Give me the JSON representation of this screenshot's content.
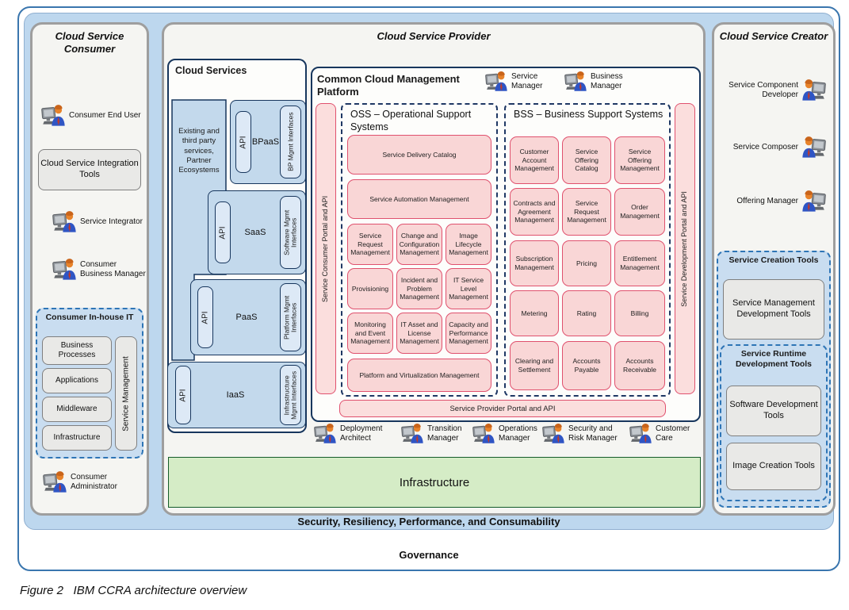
{
  "figure": {
    "caption_prefix": "Figure 2",
    "caption_text": "IBM CCRA architecture overview"
  },
  "governance_label": "Governance",
  "security_bar_label": "Security, Resiliency, Performance, and Consumability",
  "consumer": {
    "title": "Cloud Service Consumer",
    "personas": [
      "Consumer End User",
      "Service Integrator",
      "Consumer Business Manager",
      "Consumer Administrator"
    ],
    "integration_tools_label": "Cloud Service Integration Tools",
    "inhouse": {
      "title": "Consumer In-house IT",
      "items": [
        "Business Processes",
        "Applications",
        "Middleware",
        "Infrastructure"
      ],
      "side_label": "Service Management"
    }
  },
  "provider": {
    "title": "Cloud Service Provider",
    "cloud_services": {
      "title": "Cloud Services",
      "existing_label": "Existing and third party services, Partner Ecosystems",
      "layers": [
        {
          "api": "API",
          "name": "BPaaS",
          "mgmt": "BP Mgmt Interfaces"
        },
        {
          "api": "API",
          "name": "SaaS",
          "mgmt": "Software Mgmt Interfaces"
        },
        {
          "api": "API",
          "name": "PaaS",
          "mgmt": "Platform Mgmt Interfaces"
        },
        {
          "api": "API",
          "name": "IaaS",
          "mgmt": "Infrastructure Mgmt Interfaces"
        }
      ]
    },
    "ccmp": {
      "title": "Common Cloud Management Platform",
      "top_personas": [
        "Service Manager",
        "Business Manager"
      ],
      "consumer_portal_label": "Service Consumer Portal and API",
      "development_portal_label": "Service Development Portal and API",
      "provider_portal_label": "Service Provider Portal and API",
      "oss": {
        "title": "OSS – Operational Support Systems",
        "wide_top": [
          "Service Delivery Catalog",
          "Service Automation Management"
        ],
        "grid": [
          [
            "Service Request Management",
            "Change and Configuration Management",
            "Image Lifecycle Management"
          ],
          [
            "Provisioning",
            "Incident and Problem Management",
            "IT Service Level Management"
          ],
          [
            "Monitoring and Event Management",
            "IT Asset and License Management",
            "Capacity and Performance Management"
          ]
        ],
        "wide_bottom": "Platform and Virtualization Management"
      },
      "bss": {
        "title": "BSS – Business Support Systems",
        "grid": [
          [
            "Customer Account Management",
            "Service Offering Catalog",
            "Service Offering Management"
          ],
          [
            "Contracts and Agreement Management",
            "Service Request Management",
            "Order Management"
          ],
          [
            "Subscription Management",
            "Pricing",
            "Entitlement Management"
          ],
          [
            "Metering",
            "Rating",
            "Billing"
          ],
          [
            "Clearing and Settlement",
            "Accounts Payable",
            "Accounts Receivable"
          ]
        ]
      }
    },
    "bottom_personas": [
      "Deployment Architect",
      "Transition Manager",
      "Operations Manager",
      "Security and Risk Manager",
      "Customer Care"
    ],
    "infrastructure_label": "Infrastructure"
  },
  "creator": {
    "title": "Cloud Service Creator",
    "personas": [
      "Service Component Developer",
      "Service Composer",
      "Offering Manager"
    ],
    "creation_tools": {
      "title": "Service Creation Tools",
      "box": "Service Management Development Tools",
      "runtime": {
        "title": "Service Runtime Development Tools",
        "boxes": [
          "Software Development Tools",
          "Image Creation Tools"
        ]
      }
    }
  },
  "colors": {
    "frame_blue": "#3a76ae",
    "band_blue": "#bdd7ee",
    "panel_gray": "#f5f5f2",
    "service_blue_fill": "#c3d9ec",
    "navy_border": "#17365d",
    "pink_fill": "#f9d6d6",
    "pink_border": "#e0516e",
    "tools_blue_fill": "#c9ddf0",
    "dashed_blue": "#2e75b6",
    "green_fill": "#d5ecc6",
    "green_border": "#145c2a"
  }
}
